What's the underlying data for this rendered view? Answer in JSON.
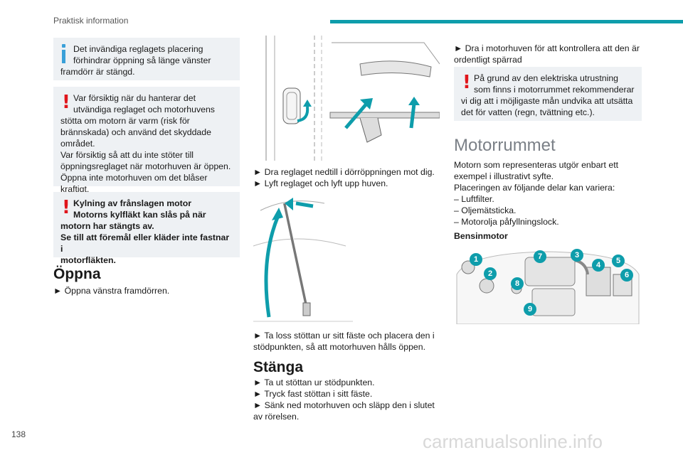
{
  "header": {
    "section": "Praktisk information"
  },
  "page_number": "138",
  "watermark": "carmanualsonline.info",
  "left": {
    "info_box": {
      "line1": "Det invändiga reglagets placering",
      "line2": "förhindrar öppning så länge vänster",
      "line3": "framdörr är stängd."
    },
    "warn_box1": {
      "lines": [
        "Var försiktig när du hanterar det",
        "utvändiga reglaget och motorhuvens",
        "stötta om motorn är varm (risk för",
        "brännskada) och använd det skyddade",
        "området.",
        "Var försiktig så att du inte stöter till",
        "öppningsreglaget när motorhuven är öppen.",
        "Öppna inte motorhuven om det blåser kraftigt."
      ]
    },
    "warn_box2": {
      "lines": [
        "Kylning av frånslagen motor",
        "Motorns kylfläkt kan slås på när",
        "motorn har stängts av.",
        "Se till att föremål eller kläder inte fastnar i",
        "motorfläkten."
      ]
    },
    "open_heading": "Öppna",
    "open_step": "► Öppna vänstra framdörren."
  },
  "middle": {
    "step1": "► Dra reglaget nedtill i dörröppningen mot dig.",
    "step2": "► Lyft reglaget och lyft upp huven.",
    "step3_line1": "► Ta loss stöttan ur sitt fäste och placera den i",
    "step3_line2": "stödpunkten, så att motorhuven hålls öppen.",
    "close_heading": "Stänga",
    "close1": "► Ta ut stöttan ur stödpunkten.",
    "close2": "► Tryck fast stöttan i sitt fäste.",
    "close3_line1": "► Sänk ned motorhuven och släpp den i slutet",
    "close3_line2": "av rörelsen."
  },
  "right": {
    "step_line1": "► Dra i motorhuven för att kontrollera att den är",
    "step_line2": "ordentligt spärrad",
    "warn_lines": [
      "På grund av den elektriska utrustning",
      "som finns i motorrummet rekommenderar",
      "vi dig att i möjligaste mån undvika att utsätta",
      "det för vatten (regn, tvättning etc.)."
    ],
    "section_heading": "Motorrummet",
    "para_lines": [
      "Motorn som representeras utgör enbart ett",
      "exempel i illustrativt syfte.",
      "Placeringen av följande delar kan variera:",
      "– Luftfilter.",
      "– Oljemätsticka.",
      "– Motorolja påfyllningslock."
    ],
    "engine_heading": "Bensinmotor",
    "badges": [
      "1",
      "2",
      "3",
      "4",
      "5",
      "6",
      "7",
      "8",
      "9"
    ]
  },
  "colors": {
    "accent": "#0e9dab",
    "info": "#3aa0d8",
    "warning": "#e0151b",
    "box_bg": "#eef1f4"
  }
}
